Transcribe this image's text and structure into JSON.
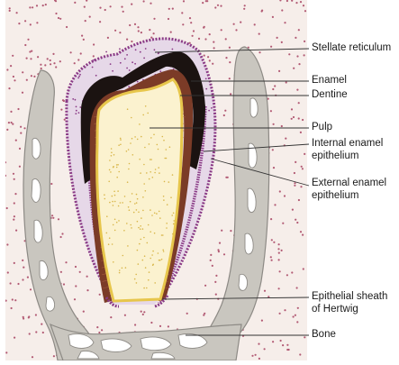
{
  "labels": {
    "stellate_reticulum": "Stellate reticulum",
    "enamel": "Enamel",
    "dentine": "Dentine",
    "pulp": "Pulp",
    "internal_enamel_epithelium_1": "Internal enamel",
    "internal_enamel_epithelium_2": "epithelium",
    "external_enamel_epithelium_1": "External enamel",
    "external_enamel_epithelium_2": "epithelium",
    "hertwig_1": "Epithelial sheath",
    "hertwig_2": "of Hertwig",
    "bone": "Bone"
  },
  "colors": {
    "background": "#f6eeea",
    "stipple": "#b25a74",
    "bone": "#c9c6bf",
    "bone_outline": "#8d8a85",
    "enamel": "#1b1311",
    "dentine": "#7b3b27",
    "pulp": "#fbf2cf",
    "pulp_dots": "#d8b64a",
    "odontoblast": "#e7c64b",
    "enamel_organ": "#e6d8e8",
    "epithelium": "#8a3a86",
    "leader": "#333333"
  }
}
